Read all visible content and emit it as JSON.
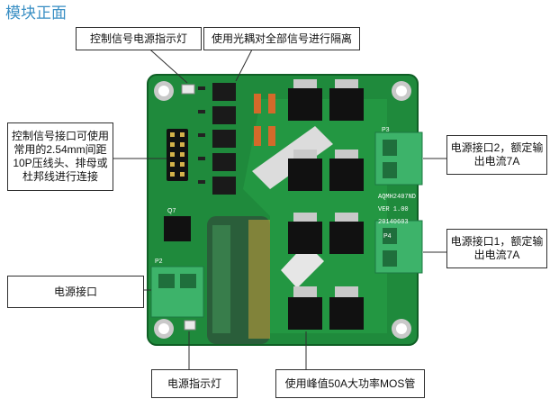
{
  "title": "模块正面",
  "callouts": {
    "signal_led": "控制信号电源指示灯",
    "optocoupler": "使用光耦对全部信号进行隔离",
    "signal_port": "控制信号接口可使用常用的2.54mm间距10P压线头、排母或杜邦线进行连接",
    "power_port2": "电源接口2，额定输出电流7A",
    "power_port1": "电源接口1，额定输出电流7A",
    "power_input": "电源接口",
    "power_led": "电源指示灯",
    "mos": "使用峰值50A大功率MOS管"
  },
  "silkscreen": {
    "model": "AQMH2407ND",
    "version": "VER 1.00",
    "date": "20140603",
    "p3": "P3",
    "p4": "P4",
    "p2": "P2",
    "q7": "Q7"
  },
  "colors": {
    "pcb": "#1f8a3c",
    "terminal": "#3db36a",
    "capacitor": "#2a5e3a",
    "title": "#3a8fc4"
  }
}
